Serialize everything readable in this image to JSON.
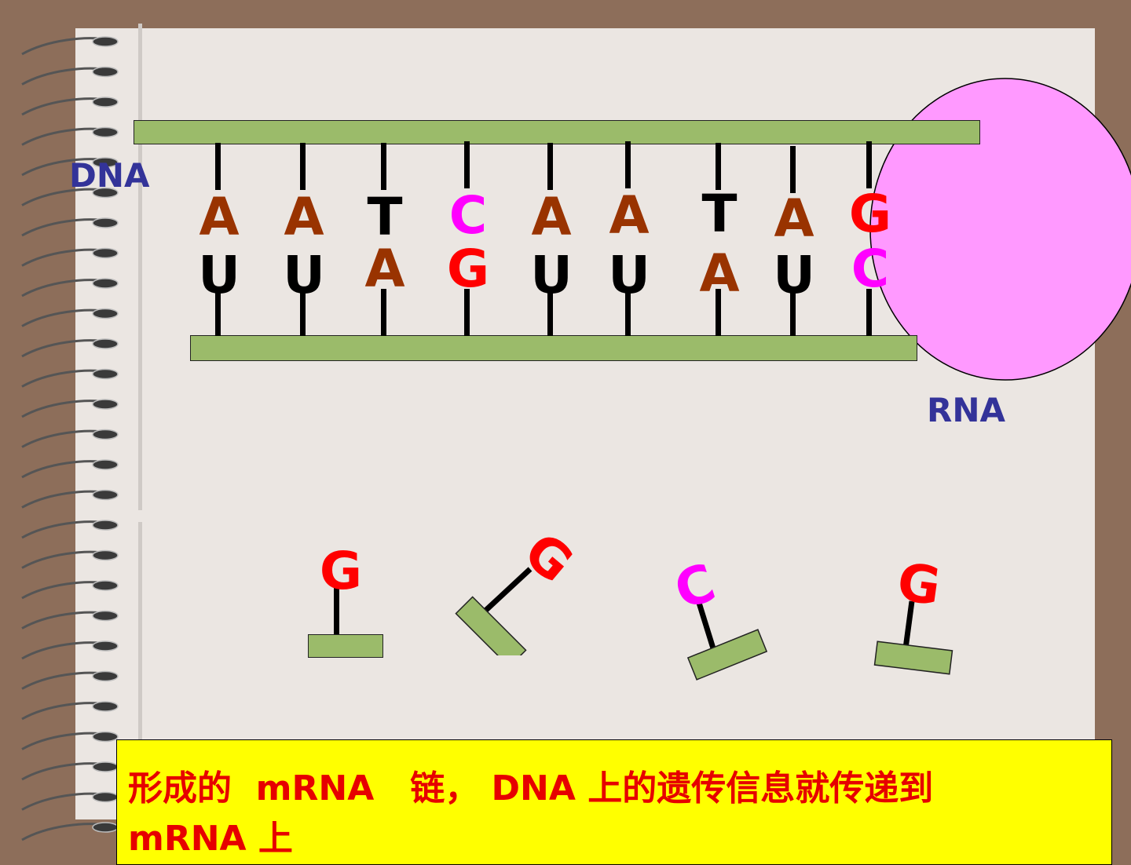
{
  "labels": {
    "dna": "DNA",
    "rna": "RNA"
  },
  "top_strand": [
    "A",
    "A",
    "T",
    "C",
    "A",
    "A",
    "T",
    "A",
    "G"
  ],
  "bottom_strand": [
    "U",
    "U",
    "A",
    "G",
    "U",
    "U",
    "A",
    "U",
    "C"
  ],
  "free_nucleotides": [
    "G",
    "G",
    "C",
    "G"
  ],
  "caption": "形成的  mRNA   链， DNA 上的遗传信息就传递到\nmRNA 上",
  "colors": {
    "A": "#993300",
    "T": "#000000",
    "U": "#000000",
    "C": "#ff00ff",
    "G": "#ff0000",
    "strand": "#9bbb6a",
    "enzyme": "#ff99ff",
    "label": "#333399"
  }
}
